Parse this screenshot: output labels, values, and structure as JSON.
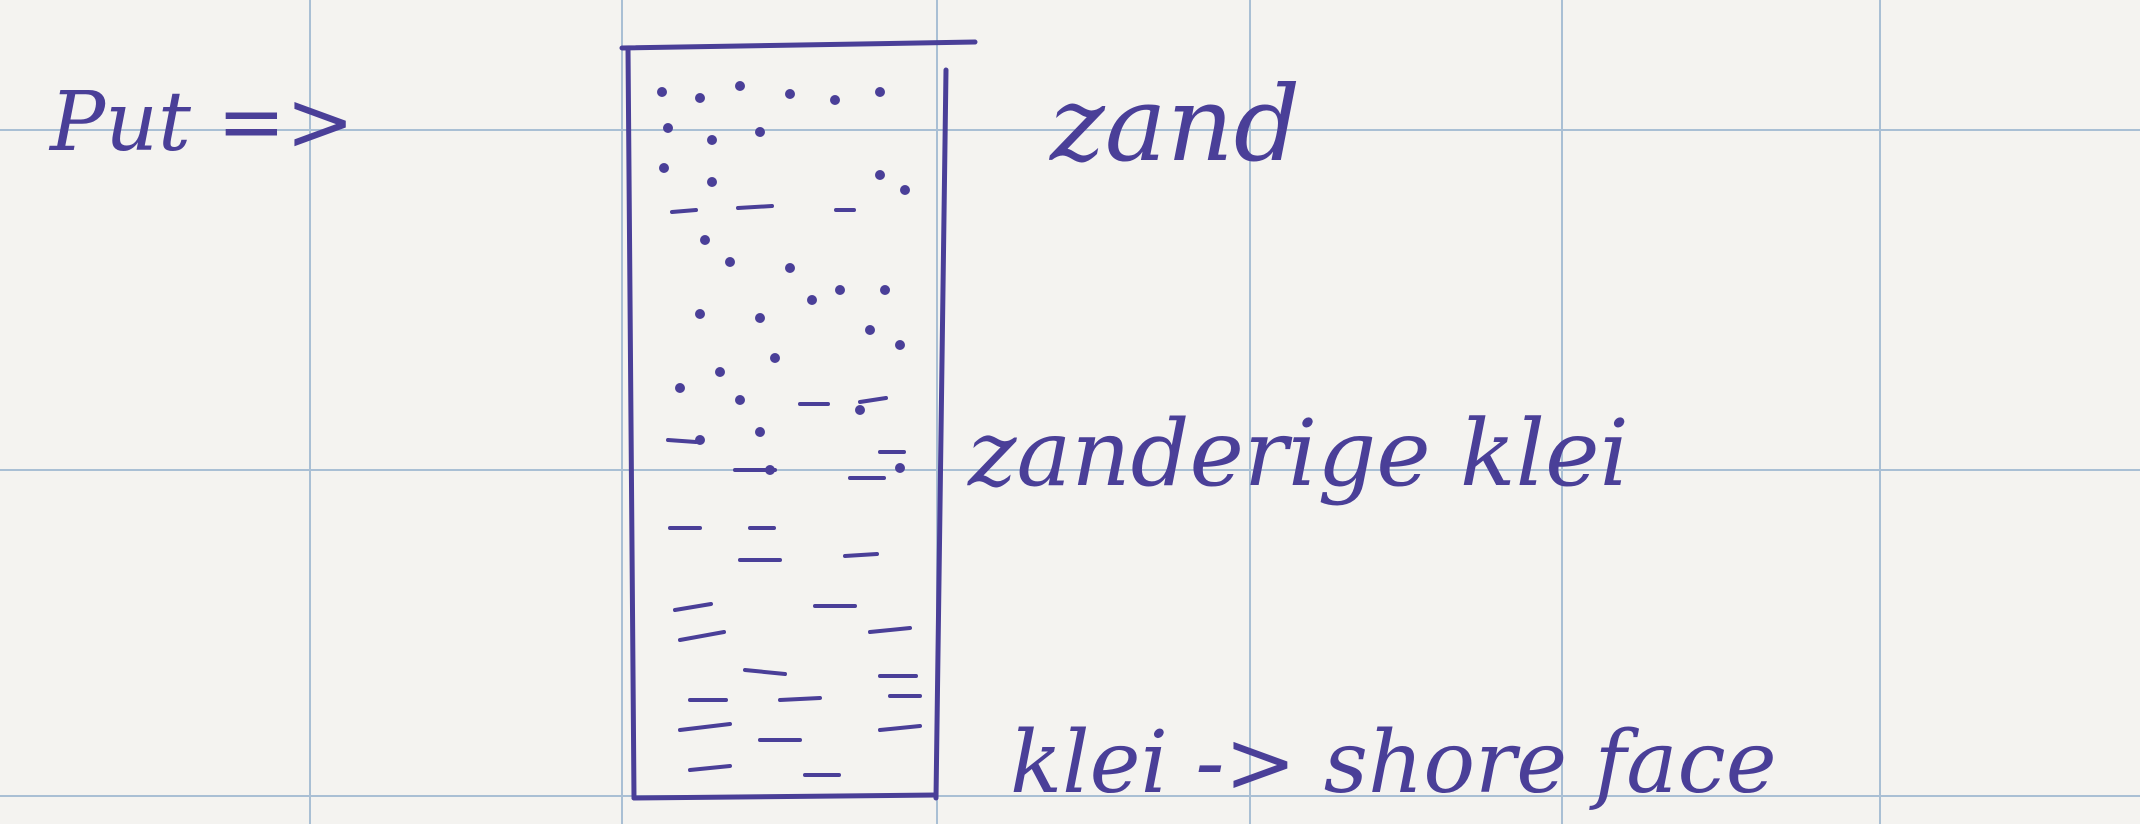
{
  "title": "Put =>",
  "layers": [
    {
      "label": "zand",
      "texture": "sand-dots"
    },
    {
      "label": "zanderige klei",
      "texture": "dots-and-dashes"
    },
    {
      "label": "klei -> shore face",
      "texture": "dashes"
    }
  ],
  "colors": {
    "paper": "#f4f3f0",
    "grid": "#a9bfd4",
    "ink": "#4a3f98"
  }
}
